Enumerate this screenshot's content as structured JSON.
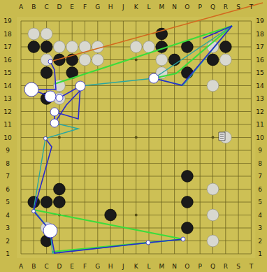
{
  "diagram": {
    "labels": [
      "A",
      "B",
      "C",
      "D",
      "E",
      "F",
      "G",
      "H",
      "J",
      "K",
      "L",
      "M",
      "N",
      "O",
      "P",
      "Q",
      "R",
      "S",
      "T",
      "A",
      "B",
      "C",
      "D",
      "E",
      "F",
      "G",
      "H",
      "J",
      "K",
      "L",
      "M",
      "N",
      "O",
      "P",
      "Q",
      "R",
      "S",
      "T",
      "19",
      "18",
      "17",
      "16",
      "15",
      "14",
      "13",
      "12",
      "11",
      "10",
      "9",
      "8",
      "7",
      "6",
      "5",
      "4",
      "3",
      "2",
      "1",
      "19",
      "18",
      "17",
      "16",
      "15",
      "14",
      "13",
      "12",
      "11",
      "10",
      "9",
      "8",
      "7",
      "6",
      "5",
      "4",
      "3",
      "2",
      "1"
    ]
  }
}
